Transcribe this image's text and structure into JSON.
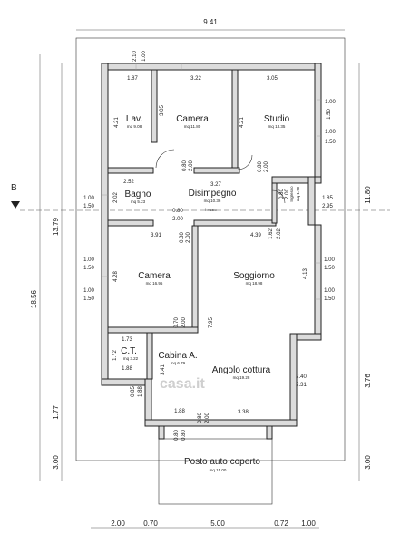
{
  "rooms": [
    {
      "name": "Lav.",
      "area": "mq 9.08"
    },
    {
      "name": "Camera",
      "area": "mq 11.80"
    },
    {
      "name": "Studio",
      "area": "mq 13.35"
    },
    {
      "name": "Bagno",
      "area": "mq 5.23"
    },
    {
      "name": "Disimpegno",
      "area": "mq 10.36"
    },
    {
      "name": "Ingresso",
      "area": "mq 1.70"
    },
    {
      "name": "Camera",
      "area": "mq 16.95"
    },
    {
      "name": "Soggiorno",
      "area": "mq 18.98"
    },
    {
      "name": "C.T.",
      "area": "mq 3.22"
    },
    {
      "name": "Cabina A.",
      "area": "mq 6.79"
    },
    {
      "name": "Angolo cottura",
      "area": "mq 19.28"
    },
    {
      "name": "Posto auto coperto",
      "area": "mq 15.00"
    }
  ],
  "height_note": "h=285",
  "section_marker": "B",
  "watermark": "casa.it",
  "overall": {
    "top_width": "9.41",
    "left_total": "18.56",
    "left_house": "13.79",
    "left_lower": "1.77",
    "left_carport": "3.00",
    "right_house": "11.80",
    "right_lower": "3.76",
    "right_carport": "3.00",
    "bottom_1": "2.00",
    "bottom_2": "0.70",
    "bottom_3": "5.00",
    "bottom_4": "0.72",
    "bottom_5": "1.00"
  },
  "dims": {
    "d_2_10": "2.10",
    "d_1_00_top": "1.00",
    "d_1_87": "1.87",
    "d_3_22": "3.22",
    "d_3_05_top": "3.05",
    "d_4_21_a": "4.21",
    "d_3_05_v": "3.05",
    "d_4_21_b": "4.21",
    "d_1_00_r1": "1.00",
    "d_1_50_r1": "1.50",
    "d_1_00_r2": "1.00",
    "d_1_50_r2": "1.50",
    "d_0_80_a": "0.80",
    "d_2_00_a": "2.00",
    "d_3_27": "3.27",
    "d_0_80_b": "0.80",
    "d_2_00_b": "2.00",
    "d_0_80_c": "0.80",
    "d_2_00_c": "2.00",
    "d_2_52": "2.52",
    "d_2_02": "2.02",
    "d_1_00_l1": "1.00",
    "d_1_50_l1": "1.50",
    "d_0_80_d": "0.80",
    "d_2_00_d": "2.00",
    "d_1_85": "1.85",
    "d_2_95": "2.95",
    "d_3_91": "3.91",
    "d_0_80_e": "0.80",
    "d_2_00_e": "2.00",
    "d_4_39": "4.39",
    "d_1_62": "1.62",
    "d_2_02_b": "2.02",
    "d_4_28": "4.28",
    "d_1_00_l2": "1.00",
    "d_1_50_l2": "1.50",
    "d_1_00_l3": "1.00",
    "d_1_50_l3": "1.50",
    "d_1_00_r3": "1.00",
    "d_1_50_r3": "1.50",
    "d_1_00_r4": "1.00",
    "d_1_50_r4": "1.50",
    "d_4_13": "4.13",
    "d_7_95": "7.95",
    "d_0_70": "0.70",
    "d_2_00_f": "2.00",
    "d_1_73": "1.73",
    "d_1_72": "1.72",
    "d_1_88_ct": "1.88",
    "d_0_85": "0.85",
    "d_1_88_v": "1.88",
    "d_3_41": "3.41",
    "d_2_40": "2.40",
    "d_2_31": "2.31",
    "d_1_88_b": "1.88",
    "d_3_38": "3.38",
    "d_0_80_g": "0.80",
    "d_2_00_g": "2.00",
    "d_0_80_h": "0.80",
    "d_0_80_i": "0.80"
  }
}
